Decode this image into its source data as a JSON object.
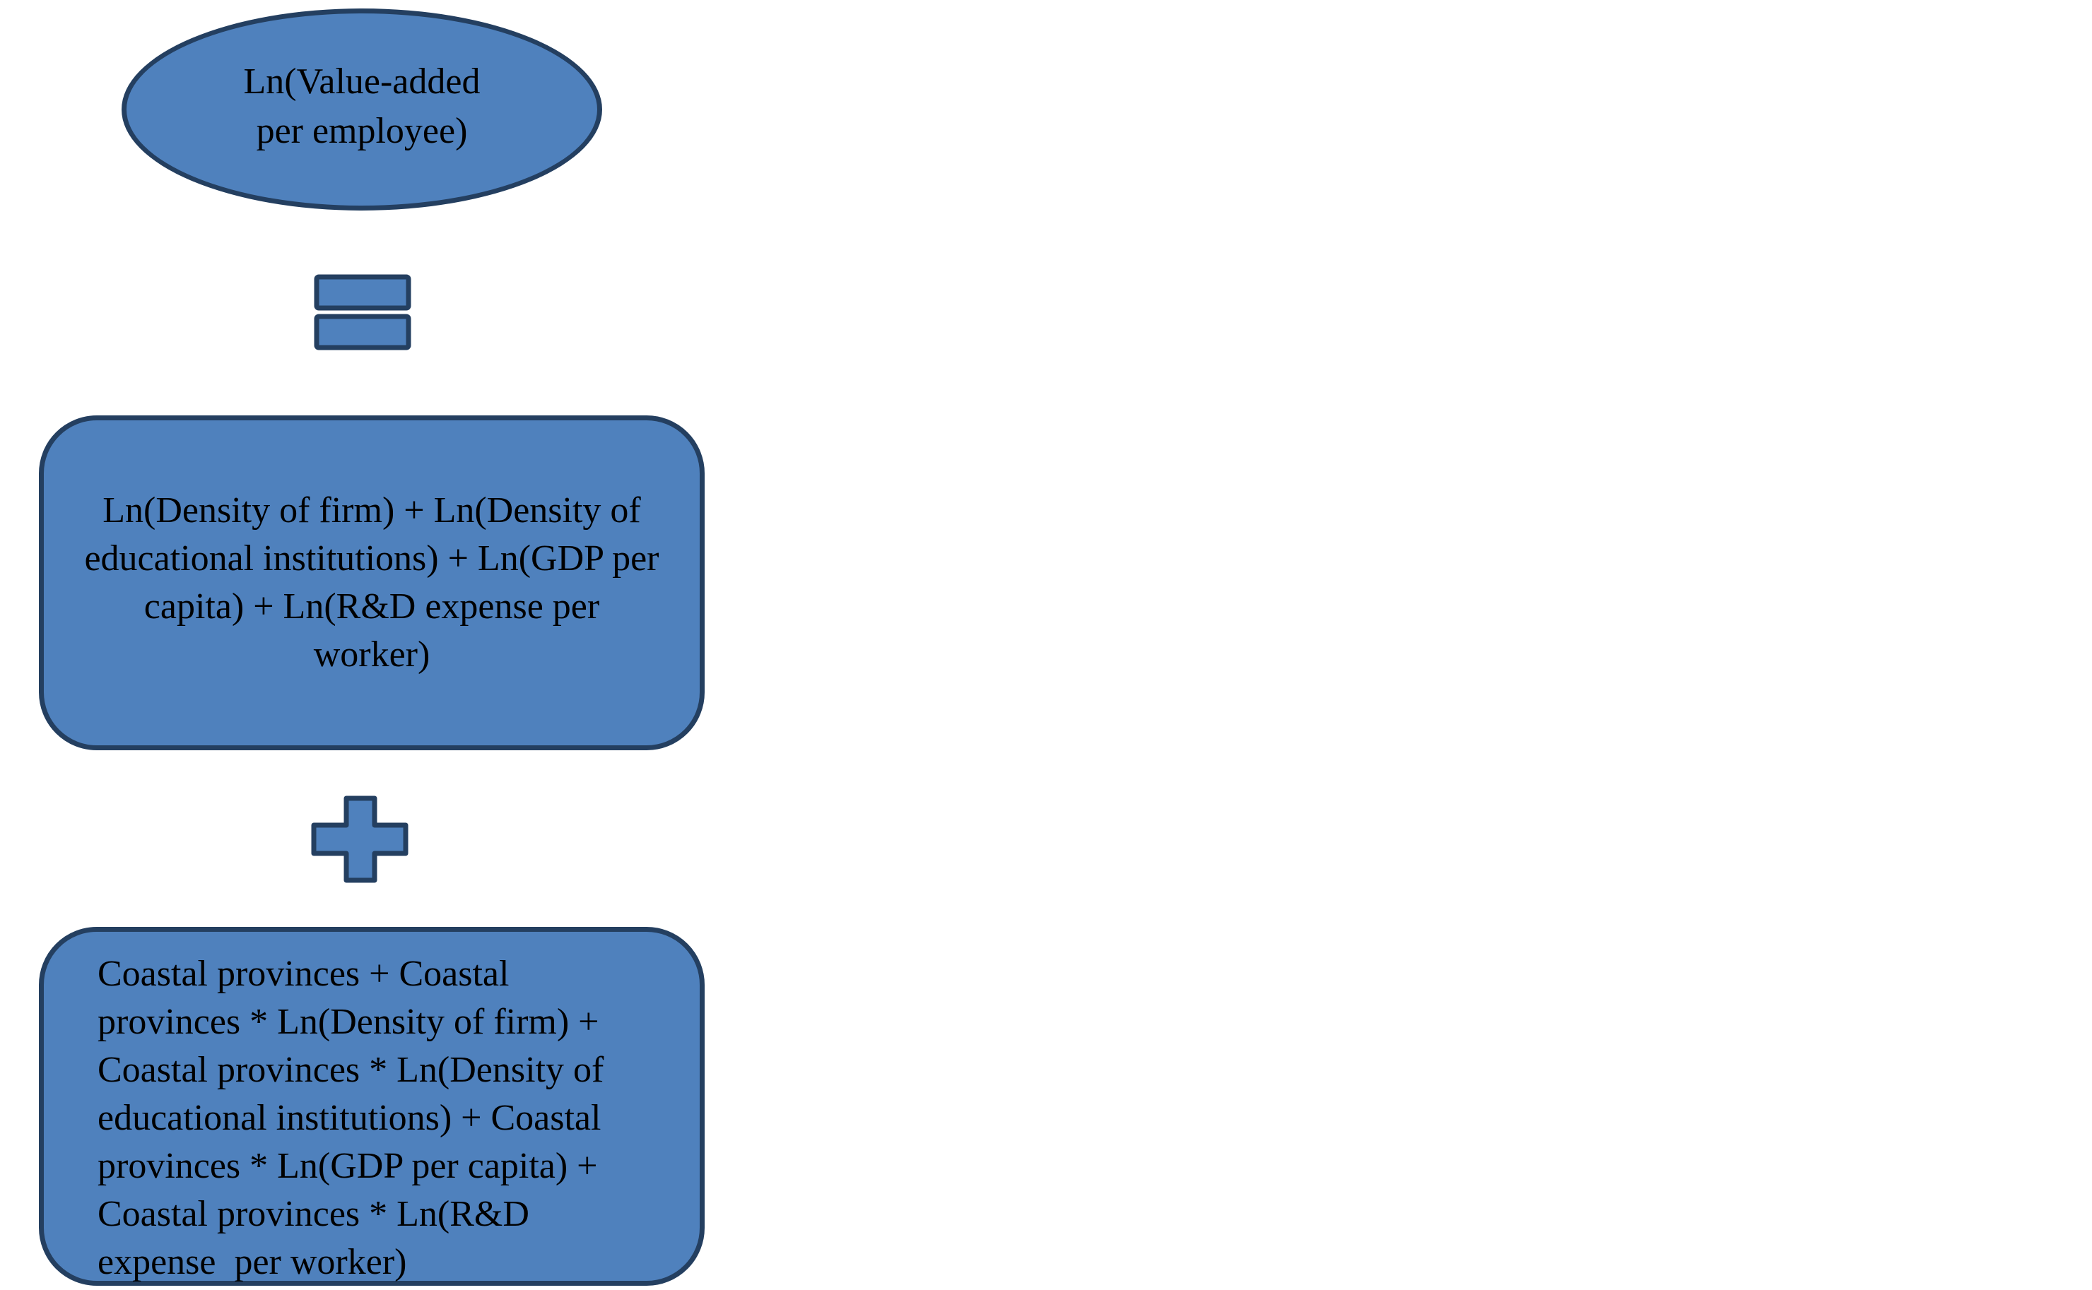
{
  "colors": {
    "shape_fill": "#4f81bd",
    "shape_border": "#243f60",
    "text": "#000000"
  },
  "nodes": {
    "dependent": {
      "label_line1": "Ln(Value-added",
      "label_line2": "per employee)"
    },
    "equals_symbol": "equals-icon",
    "determinants": {
      "label": "Ln(Density of firm) + Ln(Density of educational institutions) + Ln(GDP per capita) + Ln(R&D expense per worker)"
    },
    "plus_symbol": "plus-icon",
    "interactions": {
      "lines": [
        "Coastal provinces + Coastal",
        "provinces * Ln(Density of firm) +",
        "Coastal provinces * Ln(Density of",
        "educational institutions) + Coastal",
        "provinces * Ln(GDP per capita) +",
        "Coastal provinces * Ln(R&D",
        "expense  per worker)"
      ]
    }
  }
}
